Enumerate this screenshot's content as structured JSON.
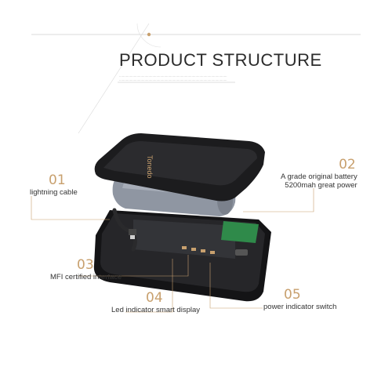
{
  "header": {
    "title": "PRODUCT STRUCTURE",
    "subtext_line1": "..............................................................................................................",
    "subtext_line2": ".............................................................................................................."
  },
  "product": {
    "brand": "Tonedo"
  },
  "callouts": [
    {
      "number": "01",
      "label": "lightning cable"
    },
    {
      "number": "02",
      "label_line1": "A grade original battery",
      "label_line2": "5200mah great power"
    },
    {
      "number": "03",
      "label": "MFI certified interface"
    },
    {
      "number": "04",
      "label": "Led indicator  smart display"
    },
    {
      "number": "05",
      "label": "power indicator switch"
    }
  ],
  "colors": {
    "accent": "#c8a06e",
    "shell": "#1c1c1e",
    "battery": "#8f96a2",
    "pcb": "#2f8a4a"
  }
}
